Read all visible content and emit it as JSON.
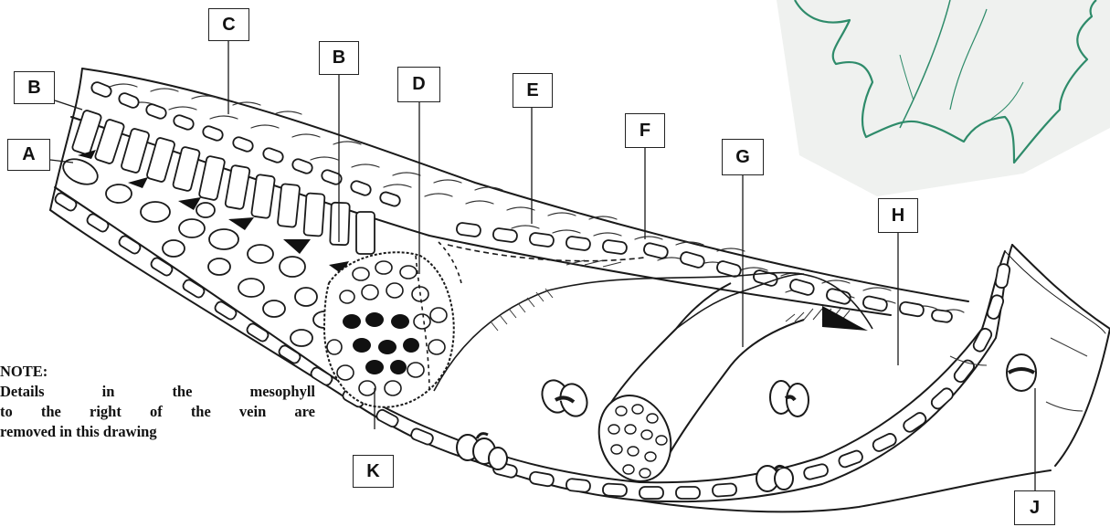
{
  "labels": {
    "a": "A",
    "b_left": "B",
    "b_mid": "B",
    "c": "C",
    "d": "D",
    "e": "E",
    "f": "F",
    "g": "G",
    "h": "H",
    "j": "J",
    "k": "K"
  },
  "note": {
    "heading": "NOTE:",
    "lines": [
      "Details in the mesophyll",
      "to the right of the vein are",
      "removed in this drawing"
    ]
  },
  "colors": {
    "line": "#1a1a1a",
    "leaf_outline": "#2e8b6a",
    "leaf_shadow": "#eef0ee",
    "label_border": "#222222"
  },
  "icons": {
    "leaf": "leaf-outline-icon"
  }
}
